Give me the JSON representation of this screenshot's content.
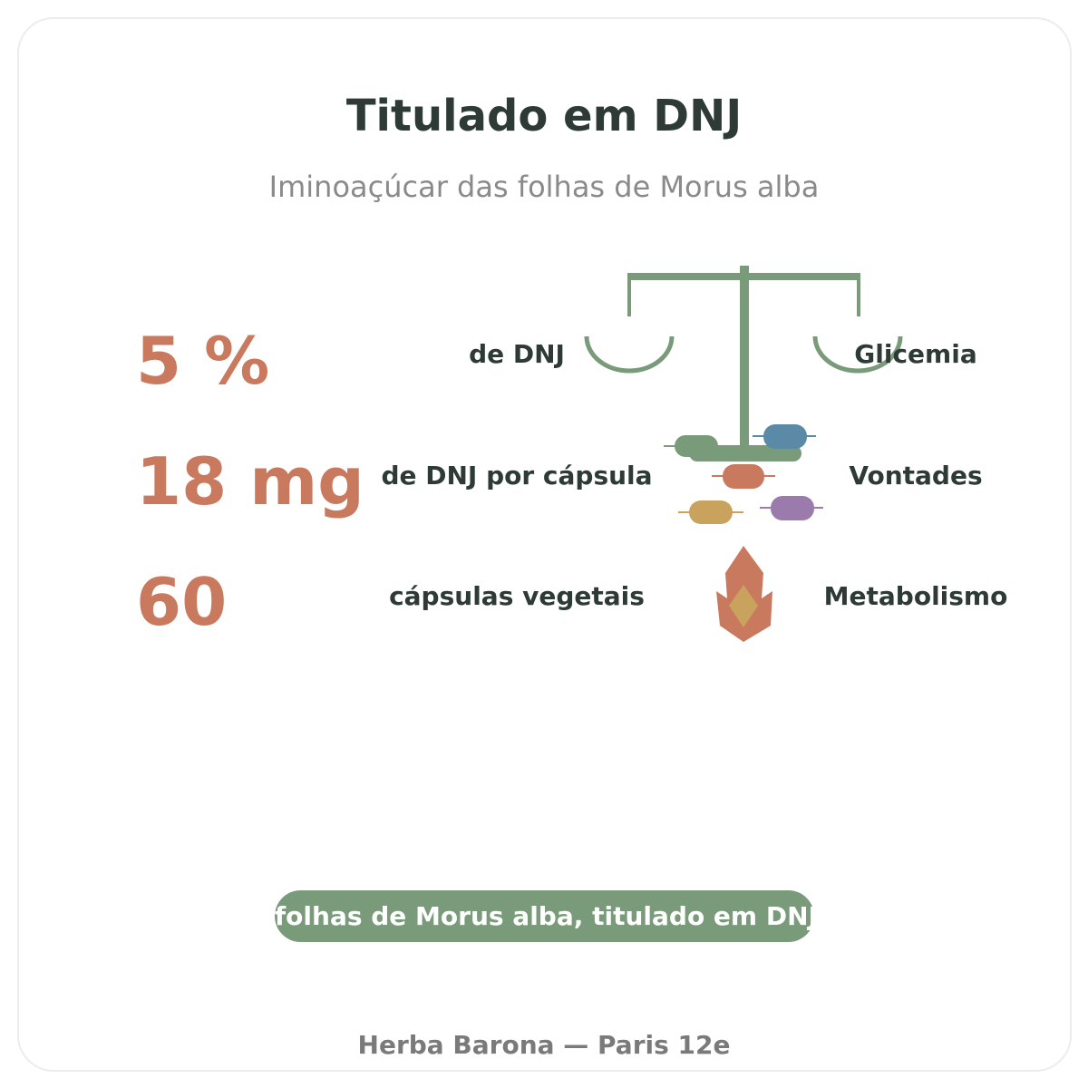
{
  "header": {
    "title": "Titulado em DNJ",
    "subtitle": "Iminoaçúcar das folhas de Morus alba"
  },
  "stats": [
    {
      "value": "5 %",
      "label": "de DNJ",
      "benefit": "Glicemia"
    },
    {
      "value": "18 mg",
      "label": "de DNJ por cápsula",
      "benefit": "Vontades"
    },
    {
      "value": "60",
      "label": "cápsulas vegetais",
      "benefit": "Metabolismo"
    }
  ],
  "icons": [
    "balance-scale-icon",
    "molecules-icon",
    "flame-icon"
  ],
  "colors": {
    "accent": "#c97a5e",
    "green": "#7a9b7a",
    "blue": "#5b8aa6",
    "gold": "#c9a25e",
    "purple": "#9b7bab",
    "text": "#2d3a35",
    "muted": "#8a8a8a"
  },
  "badge": "folhas de Morus alba, titulado em DNJ",
  "footer": "Herba Barona — Paris 12e"
}
